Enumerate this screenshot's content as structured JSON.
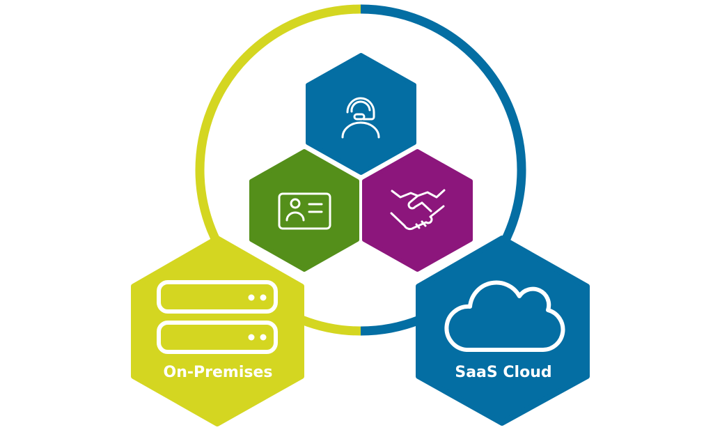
{
  "diagram": {
    "colors": {
      "lime": "#d4d621",
      "blue": "#046ea3",
      "green": "#548f1a",
      "purple": "#8c167c",
      "white": "#ffffff"
    },
    "ring": {
      "left_half_color": "lime",
      "right_half_color": "blue"
    },
    "center_hexagons": [
      {
        "id": "support",
        "color": "blue",
        "icon": "headset-user-icon"
      },
      {
        "id": "identity",
        "color": "green",
        "icon": "id-card-icon"
      },
      {
        "id": "partnership",
        "color": "purple",
        "icon": "handshake-icon"
      }
    ],
    "deployment_hexagons": [
      {
        "id": "on-premises",
        "label": "On-Premises",
        "color": "lime",
        "icon": "server-icon"
      },
      {
        "id": "saas-cloud",
        "label": "SaaS Cloud",
        "color": "blue",
        "icon": "cloud-icon"
      }
    ]
  }
}
